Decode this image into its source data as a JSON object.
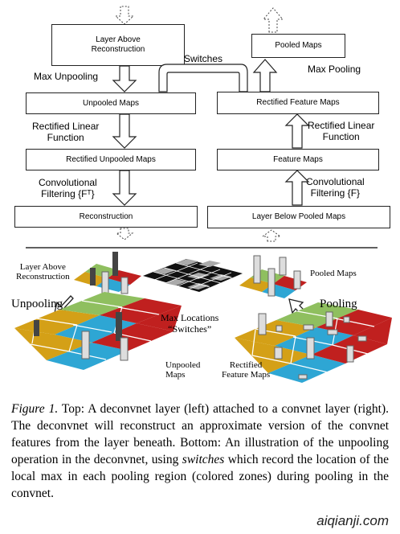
{
  "top": {
    "left": {
      "layer_above": "Layer Above\nReconstruction",
      "max_unpooling": "Max Unpooling",
      "unpooled_maps": "Unpooled Maps",
      "relu": "Rectified Linear\nFunction",
      "rectified_unpooled": "Rectified Unpooled Maps",
      "conv_filtering": "Convolutional\nFiltering {Fᵀ}",
      "reconstruction": "Reconstruction"
    },
    "switches": "Switches",
    "right": {
      "pooled_maps": "Pooled Maps",
      "max_pooling": "Max Pooling",
      "rectified_feature": "Rectified Feature Maps",
      "relu": "Rectified Linear\nFunction",
      "feature_maps": "Feature Maps",
      "conv_filtering": "Convolutional\nFiltering {F}",
      "layer_below": "Layer Below Pooled Maps"
    }
  },
  "bottom": {
    "layer_above": "Layer Above\nReconstruction",
    "unpooling": "Unpooling",
    "max_locations": "Max Locations\n“Switches”",
    "pooled_maps": "Pooled Maps",
    "pooling": "Pooling",
    "unpooled_maps": "Unpooled\nMaps",
    "rectified_feature": "Rectified\nFeature Maps",
    "zone_colors": [
      "#d4a017",
      "#8fbf5f",
      "#2ea6d4",
      "#c0201f"
    ]
  },
  "caption": {
    "label": "Figure 1.",
    "text_1": " Top: A deconvnet layer (left) attached to a convnet layer (right). The deconvnet will reconstruct an approximate version of the convnet features from the layer beneath. Bottom: An illustration of the unpooling operation in the deconvnet, using ",
    "switches_word": "switches",
    "text_2": " which record the location of the local max in each pooling region (colored zones) during pooling in the convnet."
  },
  "watermark": "aiqianji.com"
}
